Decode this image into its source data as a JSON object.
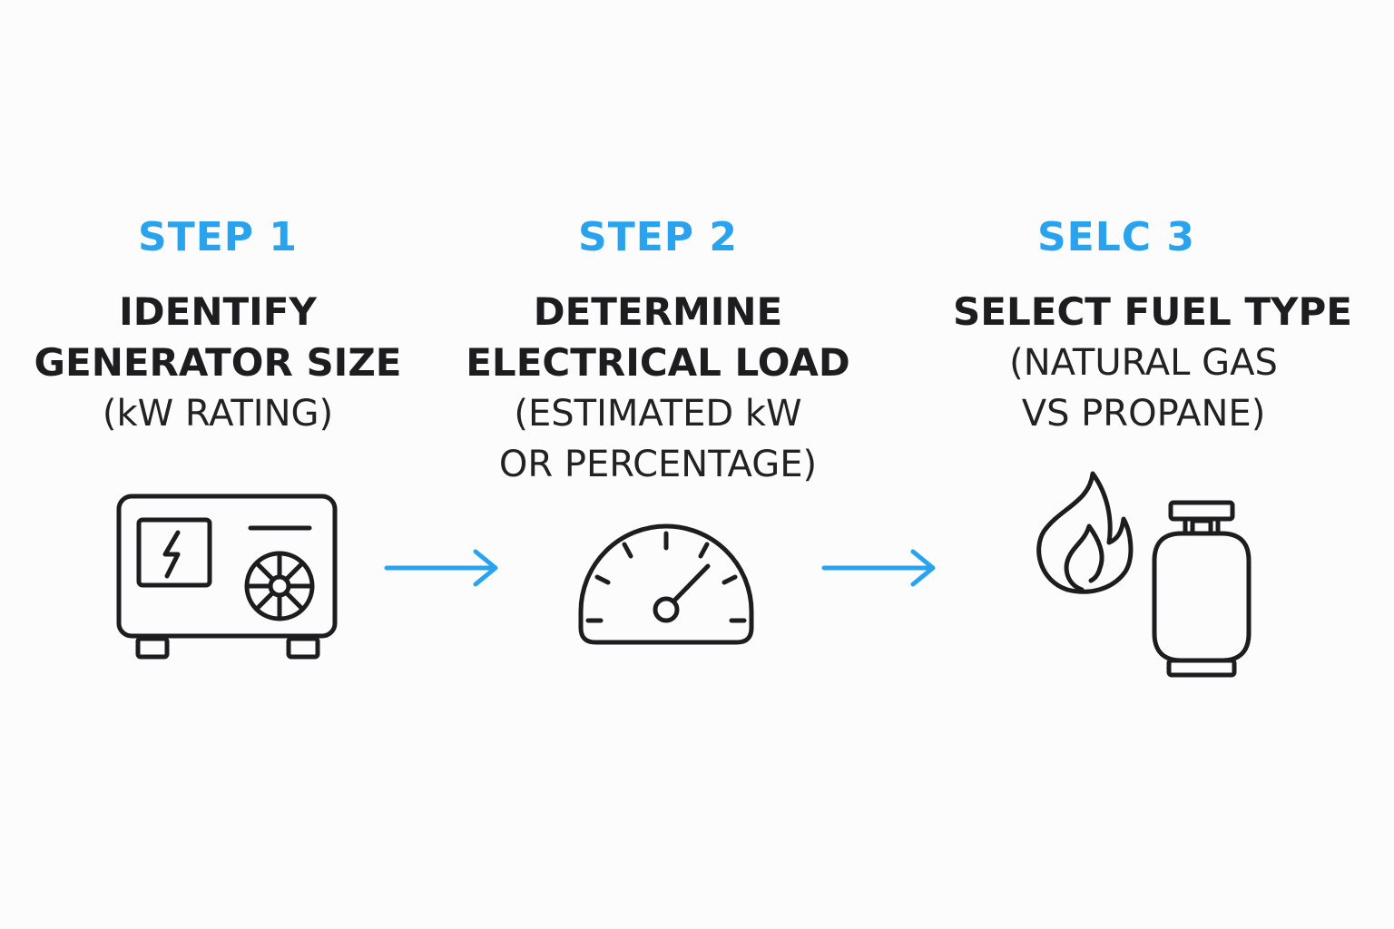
{
  "steps": [
    {
      "label": "STEP 1",
      "title": [
        "IDENTIFY",
        "GENERATOR SIZE"
      ],
      "detail": [
        "(kW RATING)"
      ],
      "icon": "generator-icon"
    },
    {
      "label": "STEP 2",
      "title": [
        "DETERMINE",
        "ELECTRICAL LOAD"
      ],
      "detail": [
        "(ESTIMATED kW",
        "OR PERCENTAGE)"
      ],
      "icon": "gauge-icon"
    },
    {
      "label": "SELC 3",
      "title": [
        "SELECT FUEL TYPE"
      ],
      "detail": [
        "(NATURAL GAS",
        "VS PROPANE)"
      ],
      "icon": [
        "flame-icon",
        "propane-tank-icon"
      ]
    }
  ],
  "colors": {
    "accent": "#2aa3ee",
    "text": "#1d1d1f",
    "background": "#fcfcfc"
  }
}
